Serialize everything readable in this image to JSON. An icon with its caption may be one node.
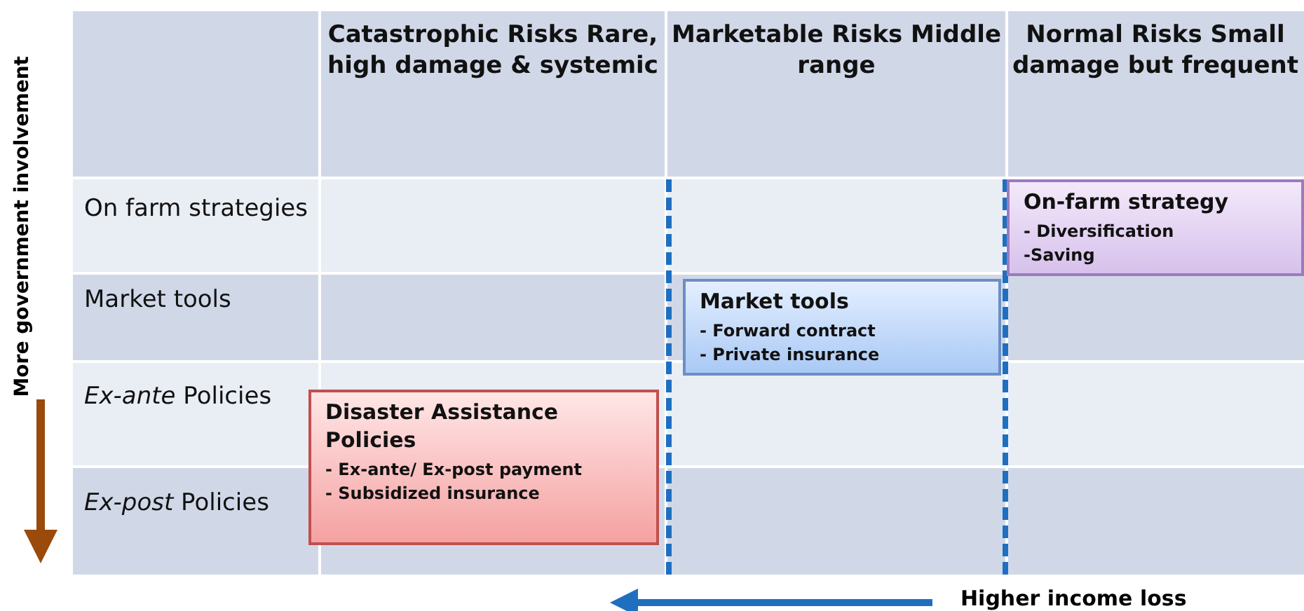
{
  "diagram": {
    "nodes": [
      {
        "text": [
          "On-farm strategy",
          "- Diversification",
          "-Saving"
        ]
      },
      {
        "text": [
          "Market tools",
          "- Forward contract",
          "- Private insurance"
        ]
      },
      {
        "text": [
          "Disaster Assistance Policies",
          "- Ex-ante/ Ex-post payment",
          "- Subsidized insurance"
        ]
      }
    ],
    "labels": [
      "Catastrophic Risks Rare, high damage & systemic",
      "Marketable Risks Middle range",
      "Normal Risks Small damage but frequent",
      "On farm strategies",
      "Market tools",
      "*Ex-ante* Policies",
      "*Ex-post* Policies",
      "More government involvement",
      "Higher income loss"
    ]
  }
}
